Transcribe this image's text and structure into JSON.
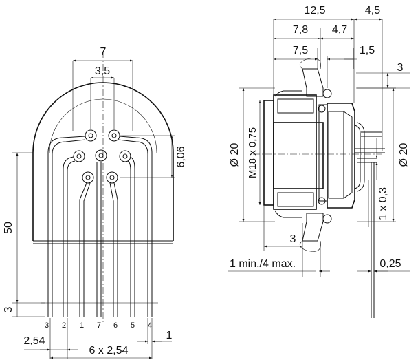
{
  "left_view": {
    "dim_width_top": "7",
    "dim_pin_pitch": "3,5",
    "dim_vertical_offset": "6,06",
    "dim_height": "50",
    "dim_pin_tail": "3",
    "dim_edge_pitch": "2,54",
    "dim_total_pitch": "6 x 2,54",
    "dim_pin_width": "1",
    "pin_numbers": [
      "3",
      "2",
      "1",
      "7",
      "6",
      "5",
      "4"
    ]
  },
  "right_view": {
    "dim_total_len": "12,5",
    "dim_rear_len": "4,5",
    "dim_front_len": "7,8",
    "dim_mid_len": "4,7",
    "dim_thread_len": "7,5",
    "dim_flange": "1,5",
    "dim_rear_offset": "3",
    "dim_diameter_left": "Ø 20",
    "dim_thread": "M18 x 0,75",
    "dim_diameter_right": "Ø 20",
    "dim_pin_section": "1 x 0,3",
    "dim_panel_offset": "3",
    "dim_panel_thickness": "1 min./4 max.",
    "dim_pin_thickness": "0,25"
  }
}
